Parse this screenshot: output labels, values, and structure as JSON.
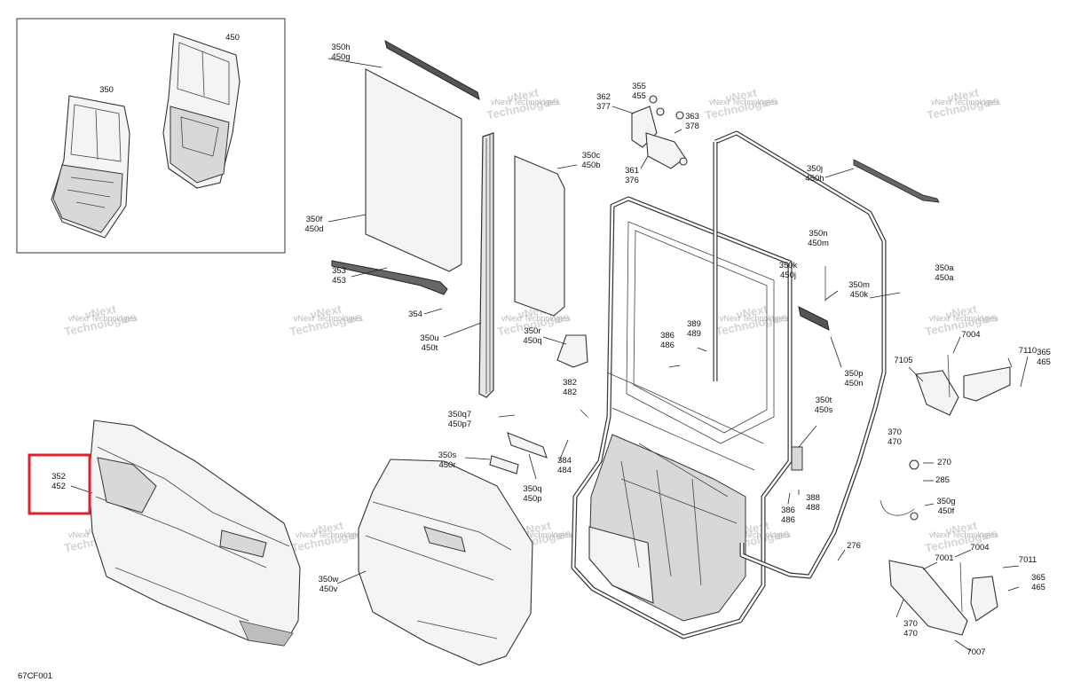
{
  "drawing_code": "67CF001",
  "watermark": {
    "line1": "vNext",
    "line2": "Technologies",
    "small": "vNext Technologies"
  },
  "highlight_color": "#e0202a",
  "callouts": [
    {
      "id": "350",
      "lines": [
        "350"
      ]
    },
    {
      "id": "450",
      "lines": [
        "450"
      ]
    },
    {
      "id": "350h",
      "lines": [
        "350h",
        "450g"
      ]
    },
    {
      "id": "350f",
      "lines": [
        "350f",
        "450d"
      ]
    },
    {
      "id": "353",
      "lines": [
        "353",
        "453"
      ]
    },
    {
      "id": "354",
      "lines": [
        "354"
      ]
    },
    {
      "id": "350u",
      "lines": [
        "350u",
        "450t"
      ]
    },
    {
      "id": "350c",
      "lines": [
        "350c",
        "450b"
      ]
    },
    {
      "id": "362",
      "lines": [
        "362",
        "377"
      ]
    },
    {
      "id": "355",
      "lines": [
        "355",
        "455"
      ]
    },
    {
      "id": "363",
      "lines": [
        "363",
        "378"
      ]
    },
    {
      "id": "361",
      "lines": [
        "361",
        "376"
      ]
    },
    {
      "id": "350j",
      "lines": [
        "350j",
        "450h"
      ]
    },
    {
      "id": "350n",
      "lines": [
        "350n",
        "450m"
      ]
    },
    {
      "id": "350k",
      "lines": [
        "350k",
        "450j"
      ]
    },
    {
      "id": "350m",
      "lines": [
        "350m",
        "450k"
      ]
    },
    {
      "id": "350a",
      "lines": [
        "350a",
        "450a"
      ]
    },
    {
      "id": "350r",
      "lines": [
        "350r",
        "450q"
      ]
    },
    {
      "id": "389",
      "lines": [
        "389",
        "489"
      ]
    },
    {
      "id": "386a",
      "lines": [
        "386",
        "486"
      ]
    },
    {
      "id": "350p",
      "lines": [
        "350p",
        "450n"
      ]
    },
    {
      "id": "7004a",
      "lines": [
        "7004"
      ]
    },
    {
      "id": "7105",
      "lines": [
        "7105"
      ]
    },
    {
      "id": "7110",
      "lines": [
        "7110"
      ]
    },
    {
      "id": "365a",
      "lines": [
        "365",
        "465"
      ]
    },
    {
      "id": "382",
      "lines": [
        "382",
        "482"
      ]
    },
    {
      "id": "350q7",
      "lines": [
        "350q7",
        "450p7"
      ]
    },
    {
      "id": "350t",
      "lines": [
        "350t",
        "450s"
      ]
    },
    {
      "id": "370a",
      "lines": [
        "370",
        "470"
      ]
    },
    {
      "id": "350s",
      "lines": [
        "350s",
        "450r"
      ]
    },
    {
      "id": "384",
      "lines": [
        "384",
        "484"
      ]
    },
    {
      "id": "350q",
      "lines": [
        "350q",
        "450p"
      ]
    },
    {
      "id": "352",
      "lines": [
        "352",
        "452"
      ]
    },
    {
      "id": "270",
      "lines": [
        "270"
      ]
    },
    {
      "id": "285",
      "lines": [
        "285"
      ]
    },
    {
      "id": "388",
      "lines": [
        "388",
        "488"
      ]
    },
    {
      "id": "386b",
      "lines": [
        "386",
        "486"
      ]
    },
    {
      "id": "350g",
      "lines": [
        "350g",
        "450f"
      ]
    },
    {
      "id": "276",
      "lines": [
        "276"
      ]
    },
    {
      "id": "7001",
      "lines": [
        "7001"
      ]
    },
    {
      "id": "7004b",
      "lines": [
        "7004"
      ]
    },
    {
      "id": "7011",
      "lines": [
        "7011"
      ]
    },
    {
      "id": "365b",
      "lines": [
        "365",
        "465"
      ]
    },
    {
      "id": "350w",
      "lines": [
        "350w",
        "450v"
      ]
    },
    {
      "id": "370b",
      "lines": [
        "370",
        "470"
      ]
    },
    {
      "id": "7007",
      "lines": [
        "7007"
      ]
    }
  ]
}
